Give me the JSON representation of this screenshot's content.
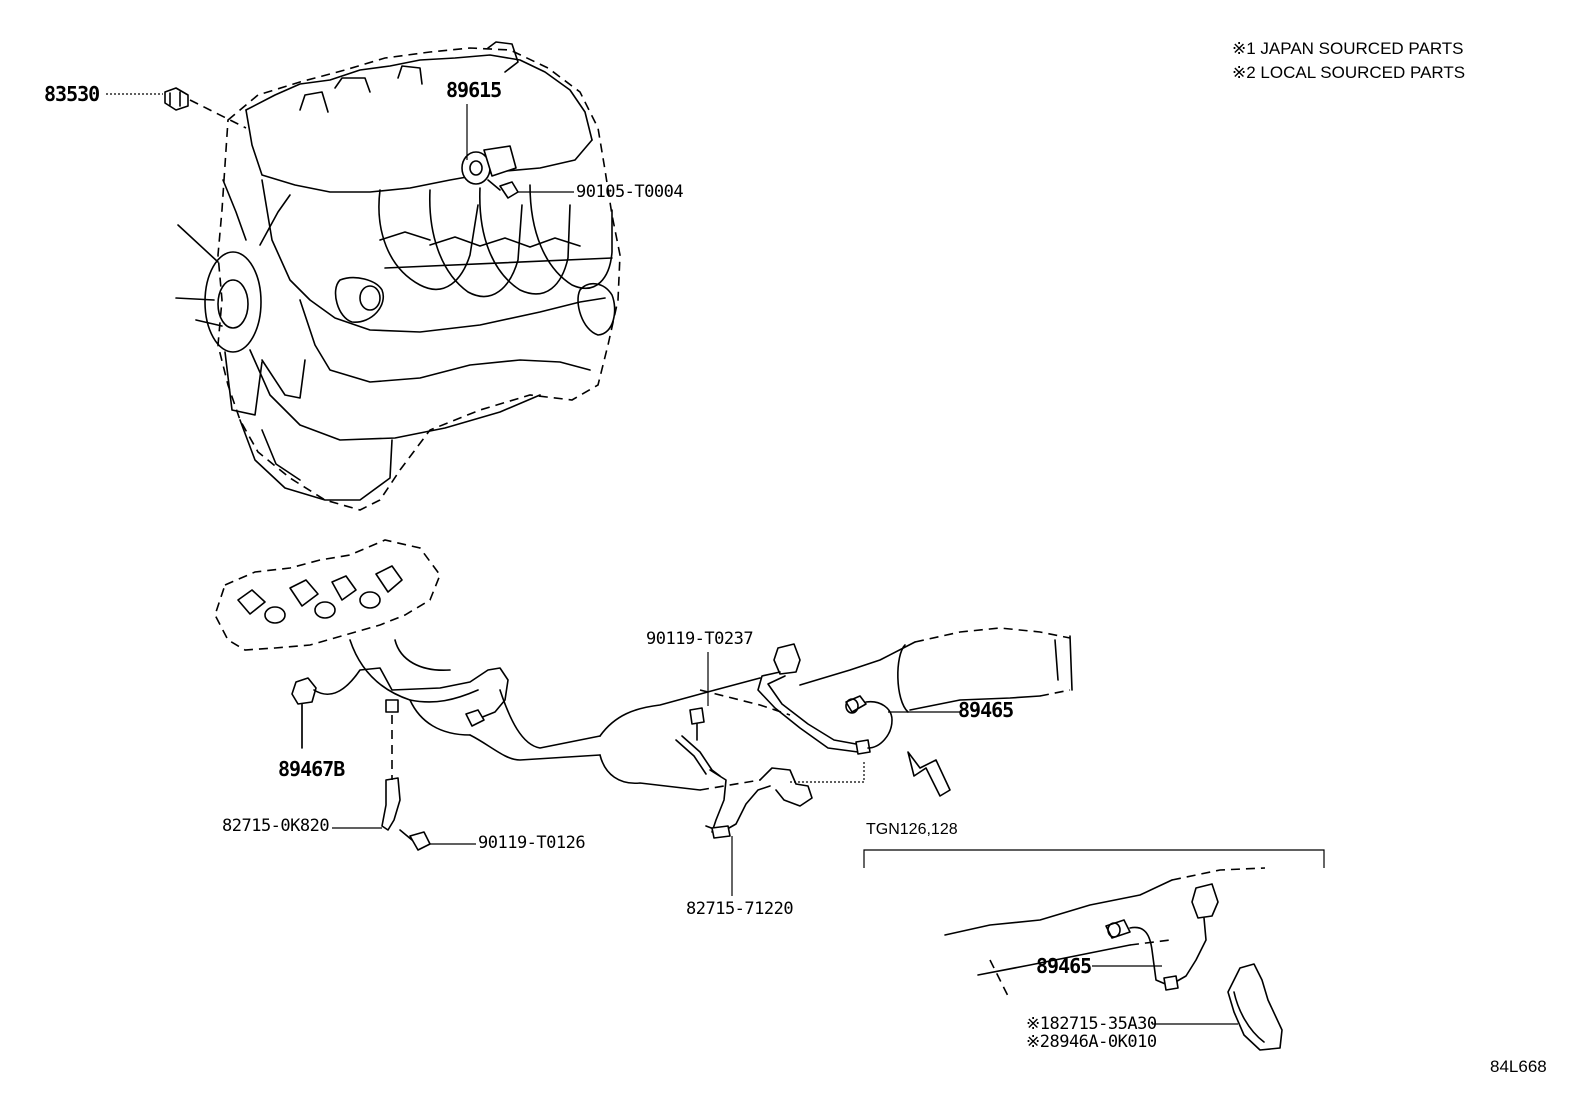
{
  "notes": {
    "line1": "※1 JAPAN SOURCED PARTS",
    "line2": "※2 LOCAL SOURCED PARTS"
  },
  "parts": {
    "p83530": "83530",
    "p89615": "89615",
    "p90105": "90105-T0004",
    "p90119_t0237": "90119-T0237",
    "p89465_main": "89465",
    "p89467b": "89467B",
    "p82715_0k820": "82715-0K820",
    "p90119_t0126": "90119-T0126",
    "p82715_71220": "82715-71220",
    "p89465_inset": "89465",
    "p82715_35a30": "※182715-35A30",
    "p8946a_0k010": "※28946A-0K010"
  },
  "inset": {
    "title": "TGN126,128"
  },
  "diagram_code": "84L668"
}
